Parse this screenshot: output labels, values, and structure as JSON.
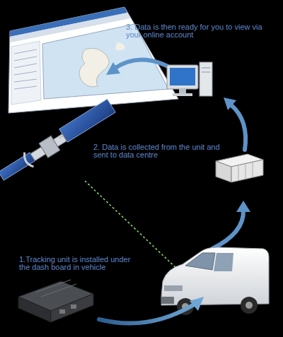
{
  "diagram": {
    "labels": [
      "3. Data is then ready for you to view via your online account",
      "2. Data is collected from the unit and sent to data centre",
      "1.Tracking unit is installed under the dash board in vehicle"
    ]
  }
}
